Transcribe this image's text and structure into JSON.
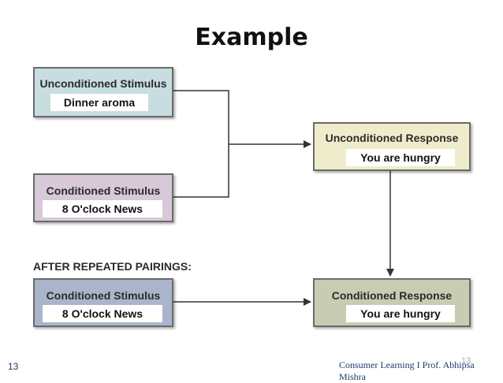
{
  "title": "Example",
  "boxes": {
    "unconditioned_stimulus": {
      "label": "Unconditioned Stimulus",
      "value": "Dinner aroma"
    },
    "conditioned_stimulus_1": {
      "label": "Conditioned Stimulus",
      "value": "8 O'clock News"
    },
    "unconditioned_response": {
      "label": "Unconditioned Response",
      "value": "You are hungry"
    },
    "conditioned_stimulus_2": {
      "label": "Conditioned Stimulus",
      "value": "8 O'clock News"
    },
    "conditioned_response": {
      "label": "Conditioned Response",
      "value": "You are hungry"
    }
  },
  "after_label": "AFTER REPEATED PAIRINGS:",
  "footer": {
    "credit": "Consumer Learning I Prof. Abhipsa Mishra",
    "page_number": "13",
    "faint_page_number": "13"
  },
  "colors": {
    "unconditioned_stimulus": "#c8dde0",
    "conditioned_stimulus_1": "#d7c9d8",
    "unconditioned_response": "#eeeccb",
    "conditioned_stimulus_2": "#aab5cc",
    "conditioned_response": "#c8ccb3",
    "connector": "#333333"
  }
}
